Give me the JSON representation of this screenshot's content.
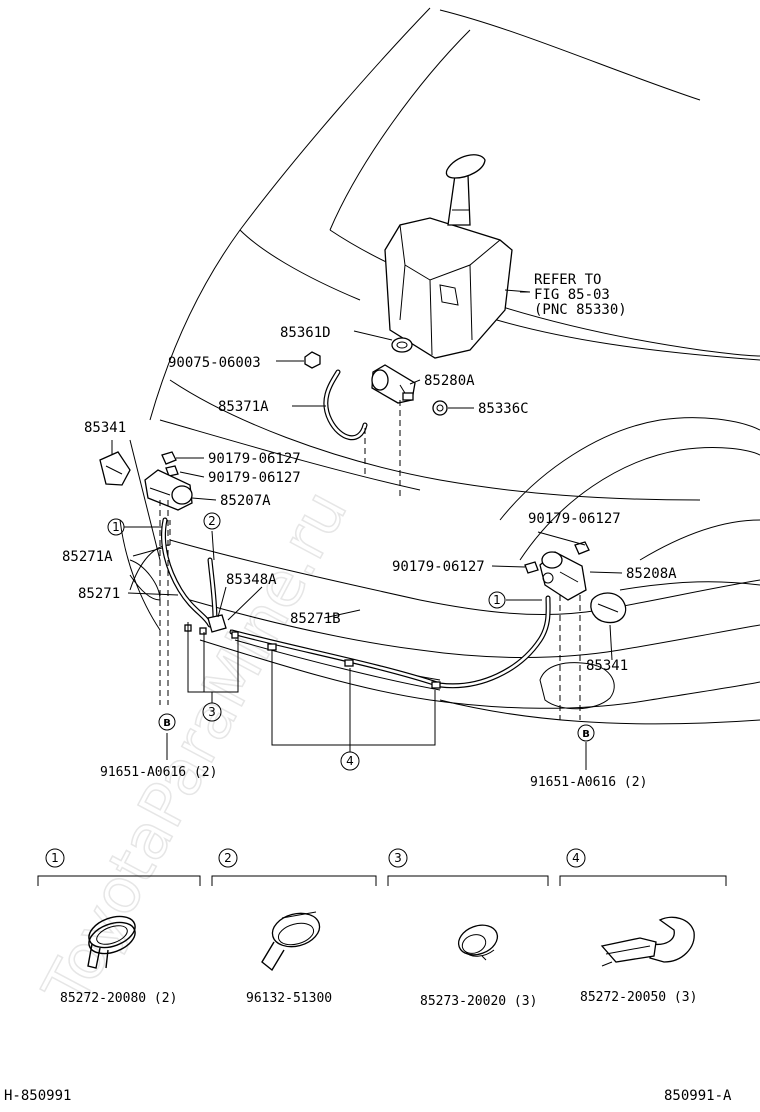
{
  "watermark": "ToyotaParaMine.ru",
  "refer": {
    "line1": "REFER TO",
    "line2": "FIG 85-03",
    "line3": "(PNC 85330)"
  },
  "labels": {
    "p85361D": "85361D",
    "p90075": "90075-06003",
    "p85280A": "85280A",
    "p85336C": "85336C",
    "p85371A": "85371A",
    "p85341_left": "85341",
    "p90179_a": "90179-06127",
    "p90179_b": "90179-06127",
    "p85207A": "85207A",
    "p85271A": "85271A",
    "p85271": "85271",
    "p85348A": "85348A",
    "p85271B": "85271B",
    "p90179_c": "90179-06127",
    "p90179_d": "90179-06127",
    "p85208A": "85208A",
    "p85341_right": "85341",
    "p91651_left": "91651-A0616 (2)",
    "p91651_right": "91651-A0616 (2)"
  },
  "callouts": {
    "c1": "1",
    "c2": "2",
    "c3": "3",
    "c4": "4",
    "b": "B"
  },
  "legend": [
    {
      "num": "1",
      "part": "85272-20080 (2)"
    },
    {
      "num": "2",
      "part": "96132-51300"
    },
    {
      "num": "3",
      "part": "85273-20020 (3)"
    },
    {
      "num": "4",
      "part": "85272-20050 (3)"
    }
  ],
  "footer": {
    "left": "H-850991",
    "right": "850991-A"
  }
}
